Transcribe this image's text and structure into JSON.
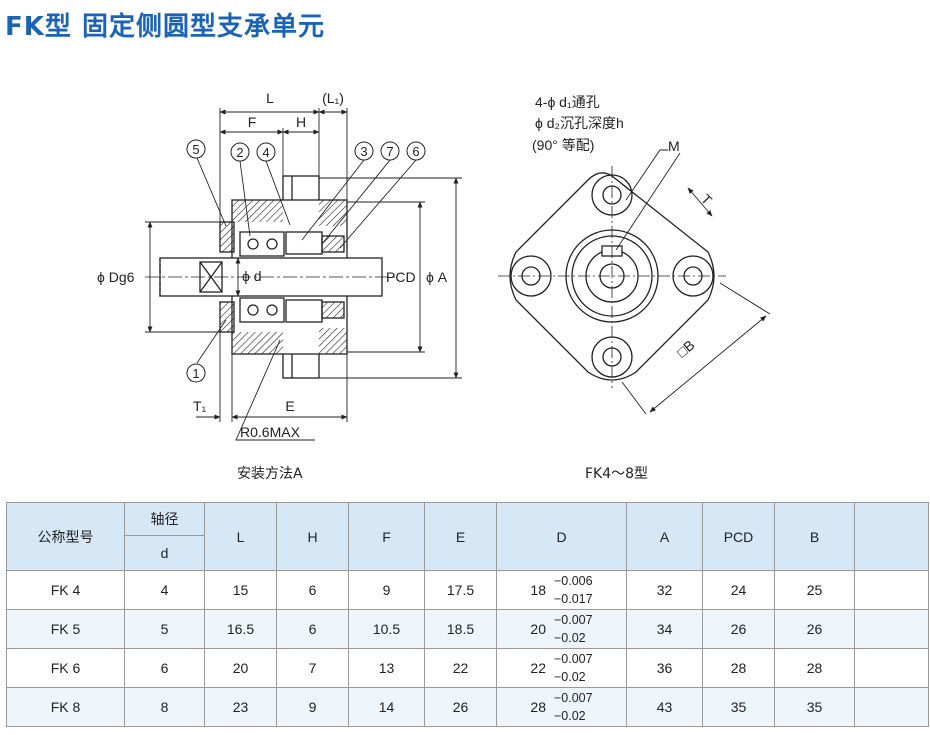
{
  "title": "FK型  固定侧圆型支承单元",
  "drawing_a": {
    "dims": {
      "L": "L",
      "L1": "(L₁)",
      "F": "F",
      "H": "H",
      "Dg6": "ϕ Dg6",
      "d": "ϕ d",
      "PCD": "PCD",
      "A": "ϕ A",
      "T1": "T₁",
      "E": "E",
      "R": "R0.6MAX"
    },
    "callouts": [
      "5",
      "2",
      "4",
      "3",
      "7",
      "6",
      "1"
    ],
    "caption": "安装方法A"
  },
  "drawing_b": {
    "note1": "4-ϕ d₁通孔",
    "note2": "ϕ d₂沉孔深度h",
    "note3": "(90° 等配)",
    "M": "M",
    "T": "T",
    "B": "□B",
    "caption": "FK4～8型"
  },
  "table": {
    "headers": {
      "model": "公称型号",
      "shaft": "轴径",
      "d": "d",
      "L": "L",
      "H": "H",
      "F": "F",
      "E": "E",
      "D": "D",
      "A": "A",
      "PCD": "PCD",
      "B": "B"
    },
    "rows": [
      {
        "model": "FK 4",
        "d": "4",
        "L": "15",
        "H": "6",
        "F": "9",
        "E": "17.5",
        "D": "18",
        "D_up": "−0.006",
        "D_lo": "−0.017",
        "A": "32",
        "PCD": "24",
        "B": "25"
      },
      {
        "model": "FK 5",
        "d": "5",
        "L": "16.5",
        "H": "6",
        "F": "10.5",
        "E": "18.5",
        "D": "20",
        "D_up": "−0.007",
        "D_lo": "−0.02",
        "A": "34",
        "PCD": "26",
        "B": "26"
      },
      {
        "model": "FK 6",
        "d": "6",
        "L": "20",
        "H": "7",
        "F": "13",
        "E": "22",
        "D": "22",
        "D_up": "−0.007",
        "D_lo": "−0.02",
        "A": "36",
        "PCD": "28",
        "B": "28"
      },
      {
        "model": "FK 8",
        "d": "8",
        "L": "23",
        "H": "9",
        "F": "14",
        "E": "26",
        "D": "28",
        "D_up": "−0.007",
        "D_lo": "−0.02",
        "A": "43",
        "PCD": "35",
        "B": "35"
      }
    ]
  }
}
